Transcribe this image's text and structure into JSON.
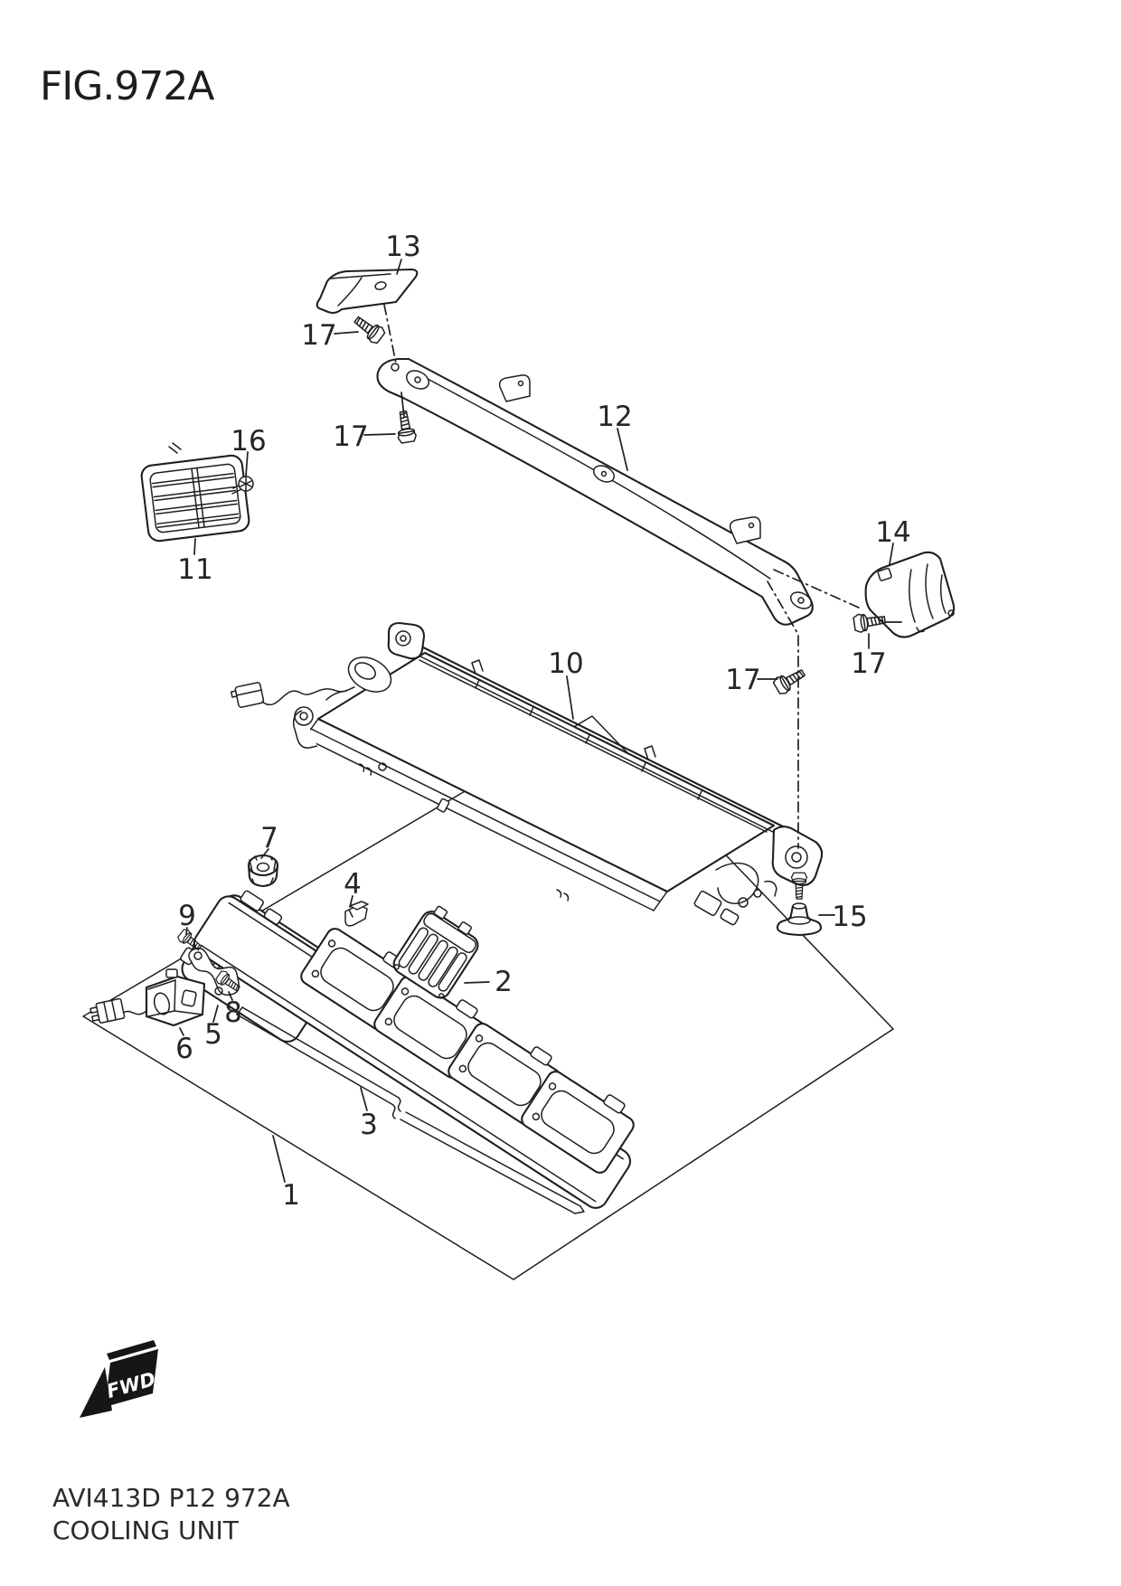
{
  "figure": {
    "title": "FIG.972A",
    "drawing_code": "AVI413D P12 972A",
    "drawing_name": "COOLING UNIT",
    "direction_label": "FWD"
  },
  "colors": {
    "line": "#1f1f1f",
    "label_text": "#262626",
    "background": "#ffffff",
    "fwd_arrow_fill": "#161616",
    "fwd_label_text": "#ffffff"
  },
  "callouts": [
    {
      "part": "13",
      "label": "13"
    },
    {
      "part": "17",
      "label": "17"
    },
    {
      "part": "17",
      "label": "17"
    },
    {
      "part": "12",
      "label": "12"
    },
    {
      "part": "16",
      "label": "16"
    },
    {
      "part": "11",
      "label": "11"
    },
    {
      "part": "14",
      "label": "14"
    },
    {
      "part": "17",
      "label": "17"
    },
    {
      "part": "10",
      "label": "10"
    },
    {
      "part": "17",
      "label": "17"
    },
    {
      "part": "15",
      "label": "15"
    },
    {
      "part": "7",
      "label": "7"
    },
    {
      "part": "4",
      "label": "4"
    },
    {
      "part": "9",
      "label": "9"
    },
    {
      "part": "2",
      "label": "2"
    },
    {
      "part": "8",
      "label": "8"
    },
    {
      "part": "5",
      "label": "5"
    },
    {
      "part": "6",
      "label": "6"
    },
    {
      "part": "3",
      "label": "3"
    },
    {
      "part": "1",
      "label": "1"
    }
  ]
}
